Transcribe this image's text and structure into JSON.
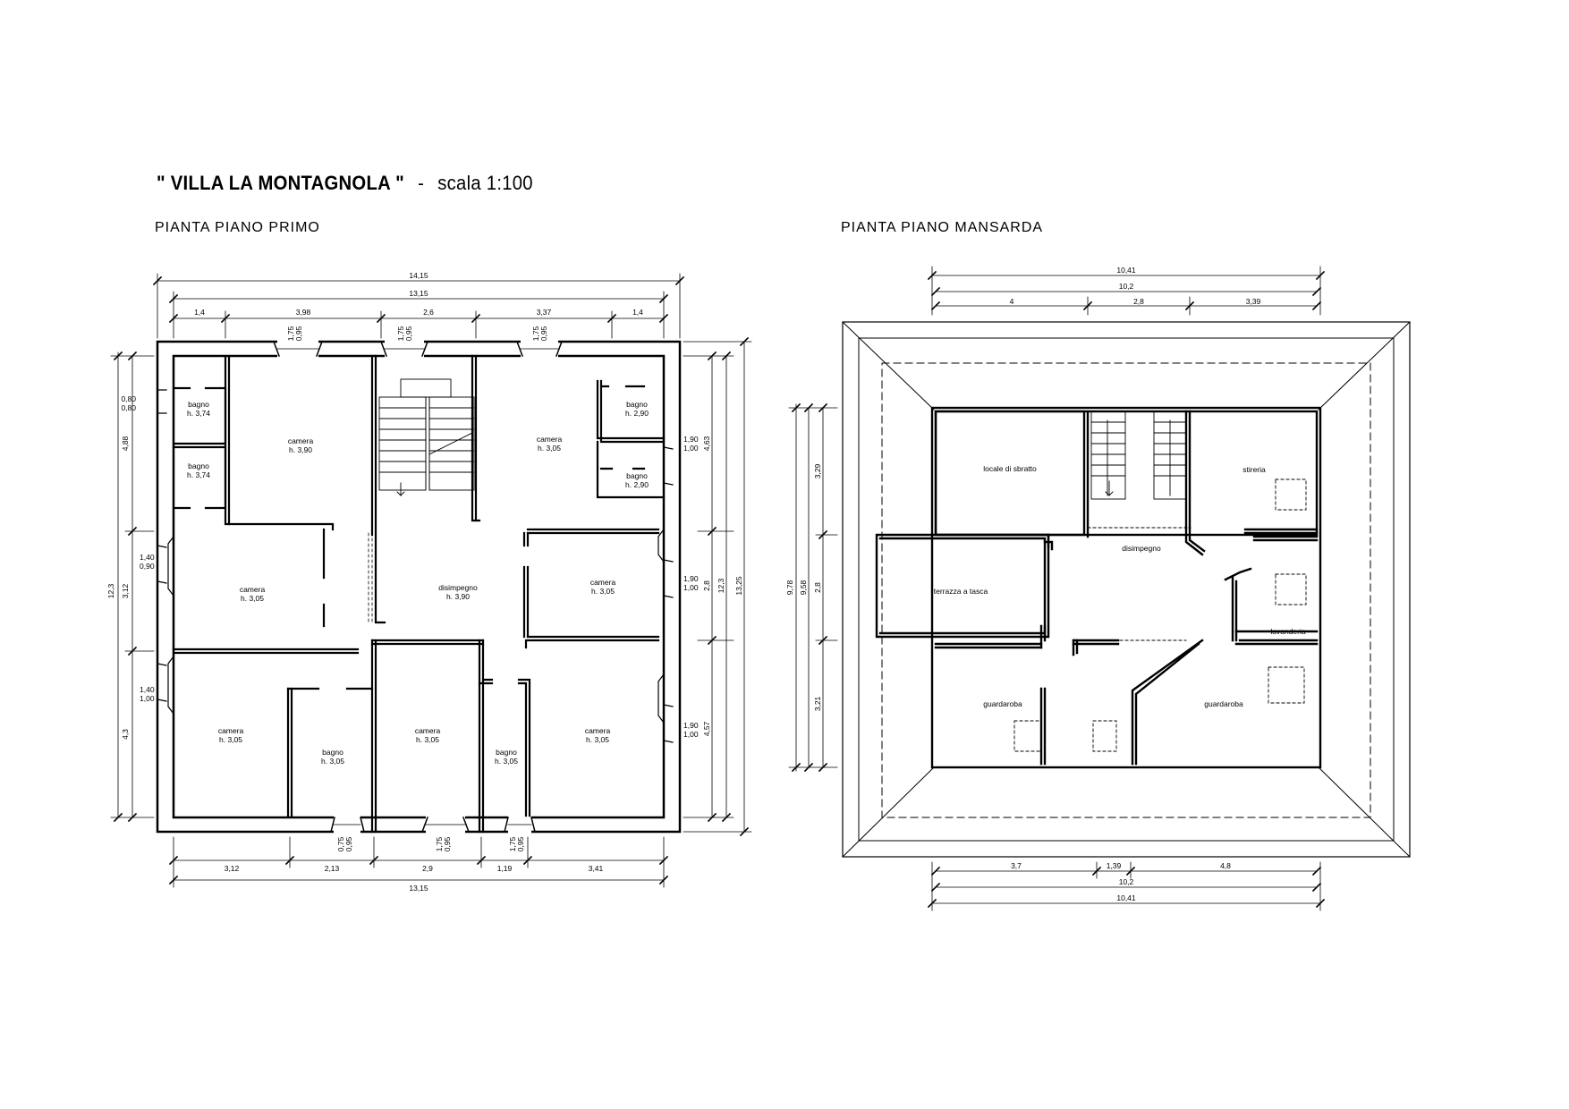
{
  "title": {
    "name": "\" VILLA LA MONTAGNOLA \"",
    "separator": "-",
    "scale": "scala 1:100"
  },
  "first_floor": {
    "label": "PIANTA PIANO PRIMO",
    "rooms": [
      {
        "name": "bagno",
        "height": "h. 3,74"
      },
      {
        "name": "bagno",
        "height": "h. 3,74"
      },
      {
        "name": "camera",
        "height": "h. 3,90"
      },
      {
        "name": "bagno",
        "height": "h. 2,90"
      },
      {
        "name": "bagno",
        "height": "h. 2,90"
      },
      {
        "name": "camera",
        "height": "h. 3,05"
      },
      {
        "name": "camera",
        "height": "h. 3,05"
      },
      {
        "name": "disimpegno",
        "height": "h. 3,90"
      },
      {
        "name": "camera",
        "height": "h. 3,05"
      },
      {
        "name": "camera",
        "height": "h. 3,05"
      },
      {
        "name": "bagno",
        "height": "h. 3,05"
      },
      {
        "name": "camera",
        "height": "h. 3,05"
      },
      {
        "name": "bagno",
        "height": "h. 3,05"
      },
      {
        "name": "camera",
        "height": "h. 3,05"
      }
    ],
    "dims_top_overall": "14,15",
    "dims_top_inner": "13,15",
    "dims_top_segments": [
      "1,4",
      "3,98",
      "2,6",
      "3,37",
      "1,4"
    ],
    "dims_bottom_segments": [
      "3,12",
      "2,13",
      "2,9",
      "1,19",
      "3,41"
    ],
    "dims_bottom_total": "13,15",
    "dims_left_segments": [
      "4,88",
      "3,12",
      "4,3"
    ],
    "dims_left_total": "12,3",
    "dims_right_segments": [
      "4,63",
      "2,8",
      "4,57"
    ],
    "dims_right_inner": "12,3",
    "dims_right_total": "13,25",
    "window_top": [
      "1,75",
      "0,95"
    ],
    "window_left": [
      [
        "0,80",
        "0,80"
      ],
      [
        "1,40",
        "0,90"
      ],
      [
        "1,40",
        "1,00"
      ]
    ],
    "window_right": [
      [
        "1,90",
        "1,00"
      ],
      [
        "1,90",
        "1,00"
      ],
      [
        "1,90",
        "1,00"
      ]
    ],
    "window_bottom": [
      [
        "0,75",
        "0,95"
      ],
      [
        "1,75",
        "0,95"
      ],
      [
        "1,75",
        "0,95"
      ]
    ]
  },
  "attic": {
    "label": "PIANTA PIANO MANSARDA",
    "rooms": [
      "locale di sbratto",
      "stireria",
      "disimpegno",
      "terrazza a tasca",
      "lavanderia",
      "guardaroba",
      "guardaroba"
    ],
    "dims_top": [
      "10,41",
      "10,2"
    ],
    "dims_top_segments": [
      "4",
      "2,8",
      "3,39"
    ],
    "dims_bottom_segments": [
      "3,7",
      "1,39",
      "4,8"
    ],
    "dims_bottom": [
      "10,2",
      "10,41"
    ],
    "dims_left_segments": [
      "3,29",
      "2,8",
      "3,21"
    ],
    "dims_left": [
      "9,78",
      "9,58"
    ]
  }
}
